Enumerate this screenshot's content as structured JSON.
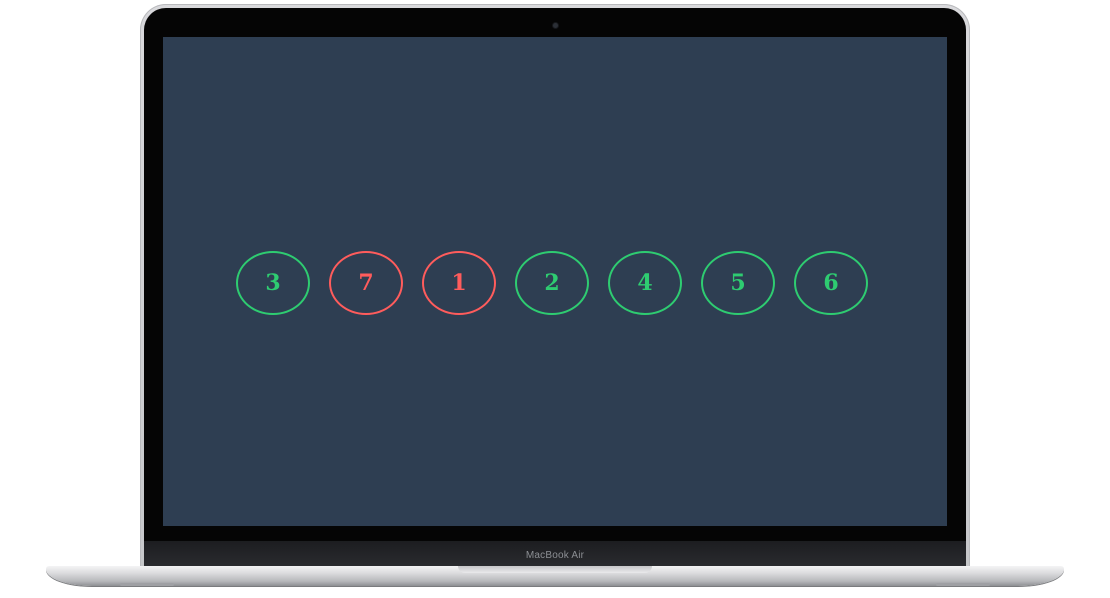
{
  "device": {
    "label": "MacBook Air"
  },
  "game": {
    "items": [
      {
        "value": "3",
        "status": "correct"
      },
      {
        "value": "7",
        "status": "wrong"
      },
      {
        "value": "1",
        "status": "wrong"
      },
      {
        "value": "2",
        "status": "correct"
      },
      {
        "value": "4",
        "status": "correct"
      },
      {
        "value": "5",
        "status": "correct"
      },
      {
        "value": "6",
        "status": "correct"
      }
    ]
  },
  "colors": {
    "screen_bg": "#2e3e52",
    "correct": "#2ecc71",
    "wrong": "#ff5c5c"
  }
}
